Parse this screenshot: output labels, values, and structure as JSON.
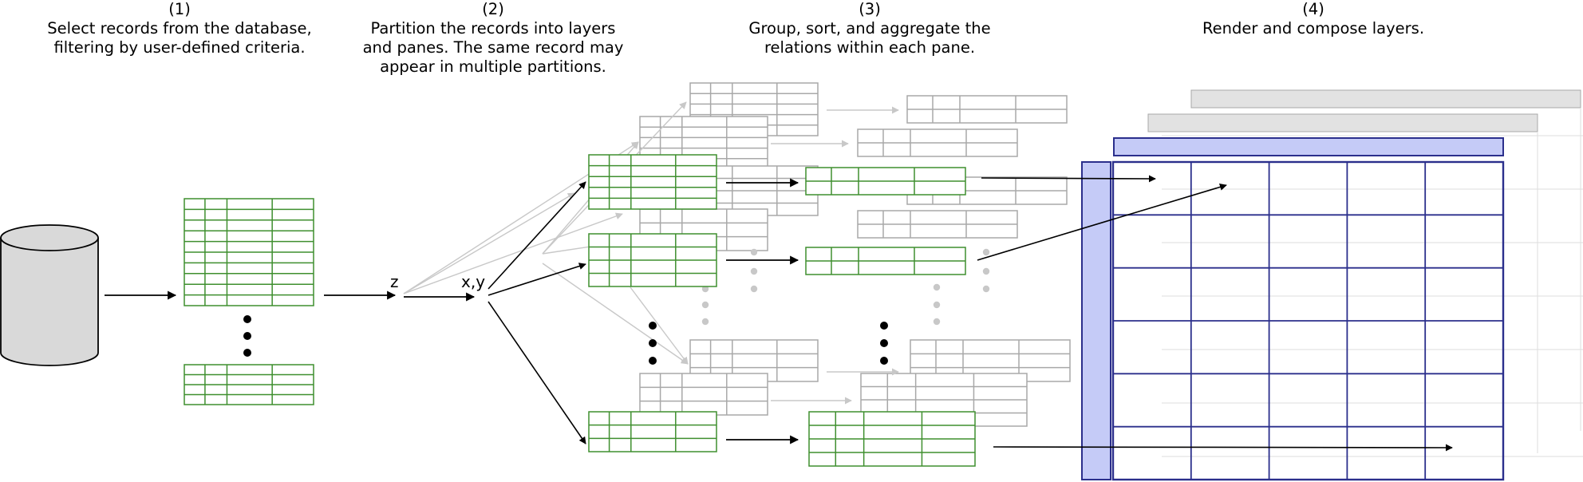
{
  "steps": [
    {
      "number": "(1)",
      "lines": [
        "Select records from the database,",
        "filtering by user-defined criteria."
      ]
    },
    {
      "number": "(2)",
      "lines": [
        "Partition the records into layers",
        "and panes. The same record may",
        "appear in multiple partitions."
      ]
    },
    {
      "number": "(3)",
      "lines": [
        "Group, sort, and aggregate the",
        "relations within each pane."
      ]
    },
    {
      "number": "(4)",
      "lines": [
        "Render and compose layers."
      ]
    }
  ],
  "labels": {
    "z": "z",
    "xy": "x,y"
  },
  "colors": {
    "green": "#3f8f2f",
    "gray": "#a8a8a8",
    "light_gray": "#c8c8c8",
    "black": "#000000",
    "navy": "#2b2f8c",
    "blue_fill": "#c5cbf7",
    "db_fill": "#d9d9d9",
    "layer_fill": "#e2e2e2"
  }
}
